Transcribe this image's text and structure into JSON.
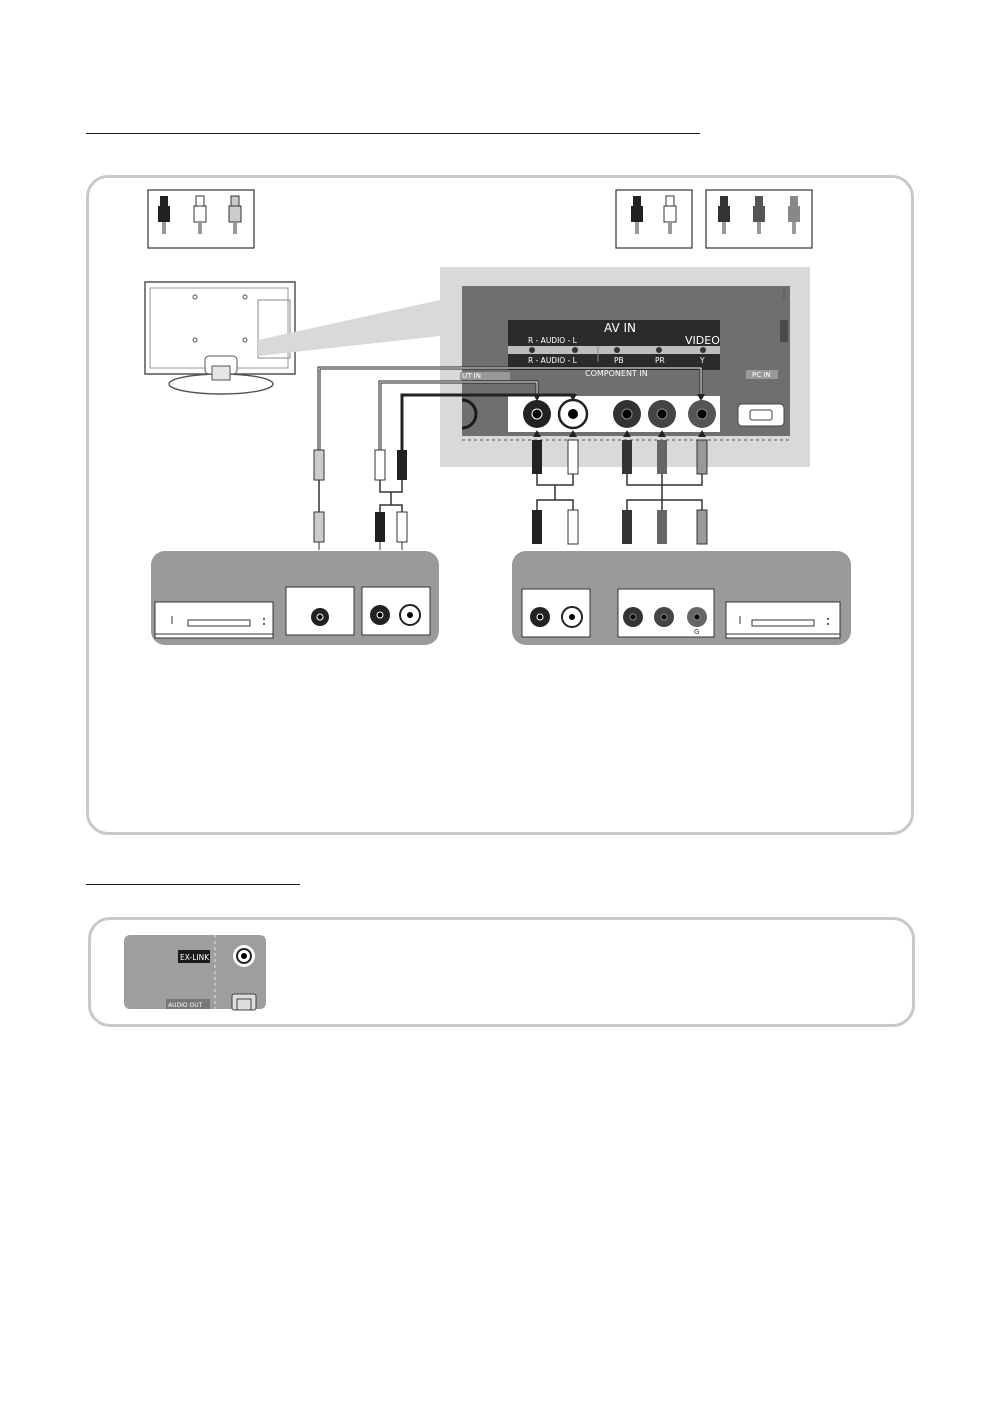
{
  "tv_panel": {
    "av_in_title": "AV IN",
    "audio_top_label": "R - AUDIO - L",
    "audio_bottom_label": "R - AUDIO - L",
    "video_label": "VIDEO",
    "pb_label": "PB",
    "pr_label": "PR",
    "y_label": "Y",
    "component_in_label": "COMPONENT IN",
    "pc_in_label": "PC IN",
    "hdmi_partial_label": "UT IN"
  },
  "component_device": {
    "green_jack_label": "G"
  },
  "exlink_panel": {
    "exlink_label": "EX-LINK",
    "audio_out_label": "AUDIO OUT"
  },
  "colors": {
    "panel_gray": "#d9d9d9",
    "jack_panel": "#6f6f6f",
    "device_bay": "#9a9a9a",
    "outline": "#bdbdbd"
  }
}
